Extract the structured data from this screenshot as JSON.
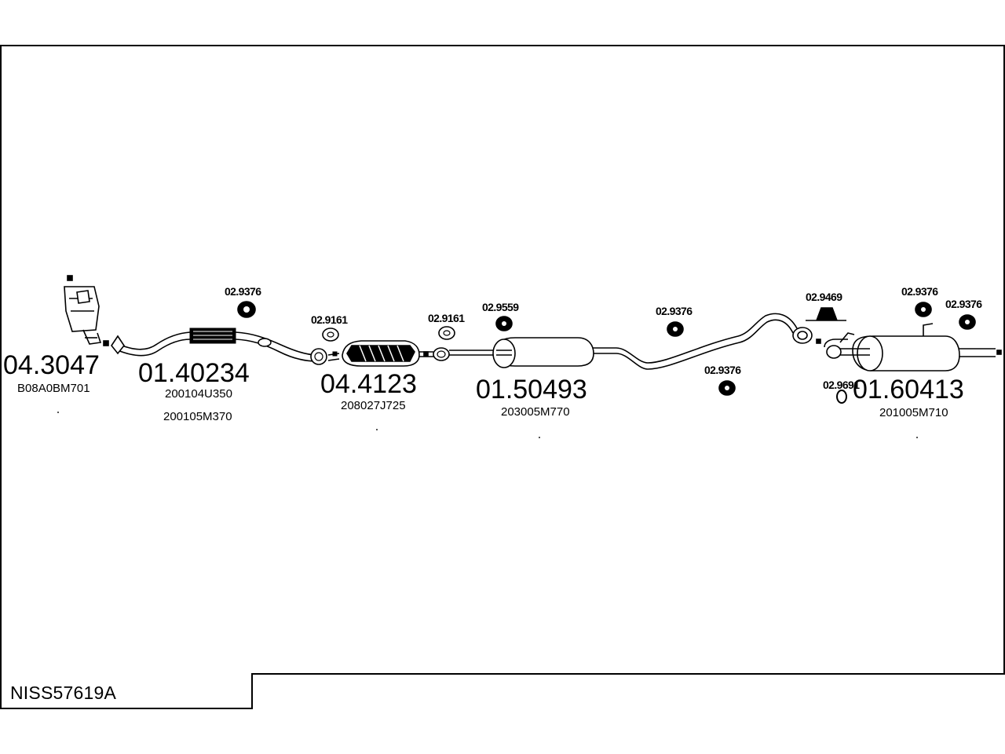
{
  "diagram_code": "NISS57619A",
  "parts": [
    {
      "number": "04.3047",
      "refs": [
        "B08A0BM701"
      ]
    },
    {
      "number": "01.40234",
      "refs": [
        "200104U350",
        "200105M370"
      ]
    },
    {
      "number": "04.4123",
      "refs": [
        "208027J725"
      ]
    },
    {
      "number": "01.50493",
      "refs": [
        "203005M770"
      ]
    },
    {
      "number": "01.60413",
      "refs": [
        "201005M710"
      ]
    }
  ],
  "fittings": {
    "f1": "02.9376",
    "f2": "02.9161",
    "f3": "02.9161",
    "f4": "02.9559",
    "f5": "02.9376",
    "f6": "02.9376",
    "f7": "02.9469",
    "f8": "02.9376",
    "f9": "02.9376",
    "f10": "02.9691"
  }
}
